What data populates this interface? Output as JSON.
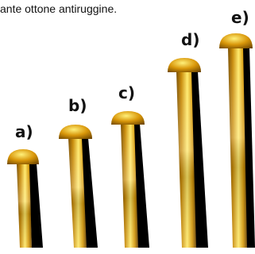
{
  "caption": "ante ottone antiruggine.",
  "screws": [
    {
      "label": "a)"
    },
    {
      "label": "b)"
    },
    {
      "label": "c)"
    },
    {
      "label": "d)"
    },
    {
      "label": "e)"
    }
  ],
  "colors": {
    "gold_dark": "#8a5a00",
    "gold_mid": "#e0a20a",
    "gold_light": "#fff07a",
    "shadow": "#000000",
    "background": "#ffffff"
  }
}
